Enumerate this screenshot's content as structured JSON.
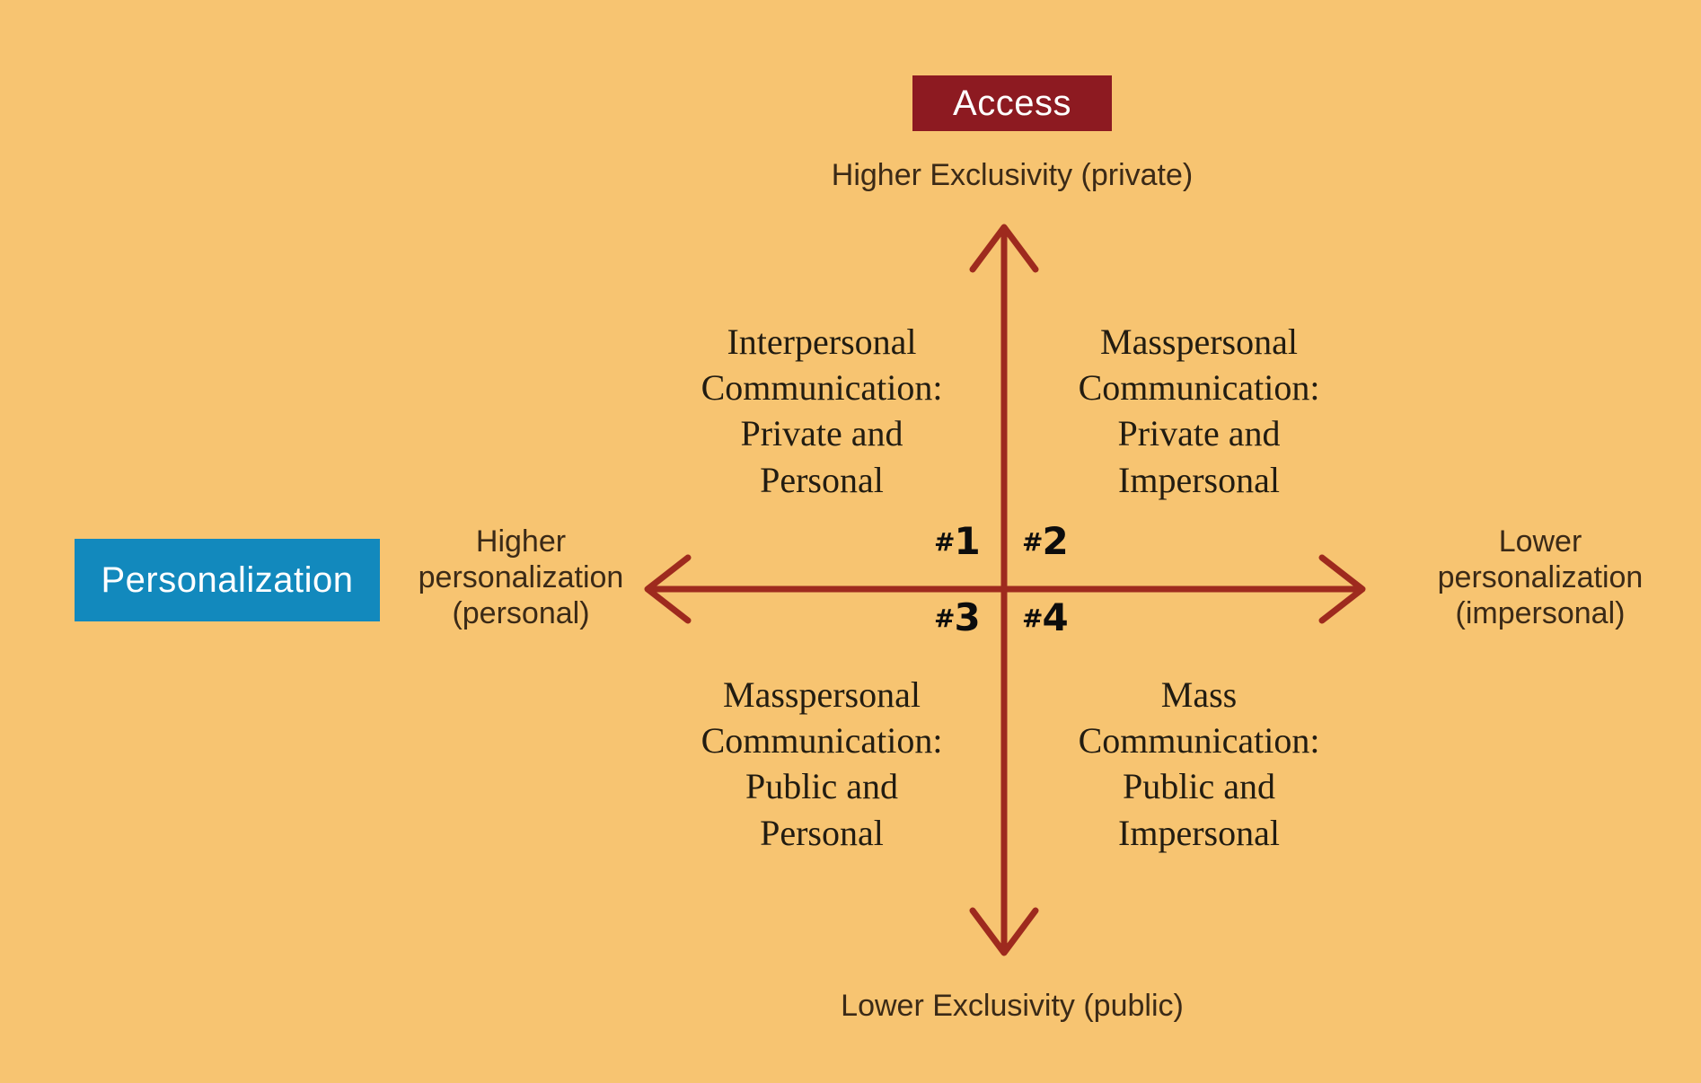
{
  "background_color": "#f7c471",
  "axis_color": "#9e2a1e",
  "badges": {
    "access": {
      "label": "Access",
      "color": "#8d1a21",
      "text_color": "#ffffff"
    },
    "personalization": {
      "label": "Personalization",
      "color": "#1289bd",
      "text_color": "#ffffff"
    }
  },
  "axes": {
    "vertical": {
      "name": "Access",
      "top_label": "Higher Exclusivity (private)",
      "bottom_label": "Lower Exclusivity (public)"
    },
    "horizontal": {
      "name": "Personalization",
      "left_label": "Higher\npersonalization\n(personal)",
      "left_label_lines": [
        "Higher",
        "personalization",
        "(personal)"
      ],
      "right_label": "Lower\npersonalization\n(impersonal)",
      "right_label_lines": [
        "Lower",
        "personalization",
        "(impersonal)"
      ]
    }
  },
  "quadrants": [
    {
      "number": "1",
      "number_prefix": "#",
      "position": "top-left",
      "title": "Interpersonal Communication:",
      "subtitle": "Private and Personal",
      "lines": [
        "Interpersonal",
        "Communication:",
        "Private and",
        "Personal"
      ]
    },
    {
      "number": "2",
      "number_prefix": "#",
      "position": "top-right",
      "title": "Masspersonal Communication:",
      "subtitle": "Private and Impersonal",
      "lines": [
        "Masspersonal",
        "Communication:",
        "Private and",
        "Impersonal"
      ]
    },
    {
      "number": "3",
      "number_prefix": "#",
      "position": "bottom-left",
      "title": "Masspersonal Communication:",
      "subtitle": "Public and Personal",
      "lines": [
        "Masspersonal",
        "Communication:",
        "Public and",
        "Personal"
      ]
    },
    {
      "number": "4",
      "number_prefix": "#",
      "position": "bottom-right",
      "title": "Mass Communication:",
      "subtitle": "Public and Impersonal",
      "lines": [
        "Mass",
        "Communication:",
        "Public and",
        "Impersonal"
      ]
    }
  ]
}
